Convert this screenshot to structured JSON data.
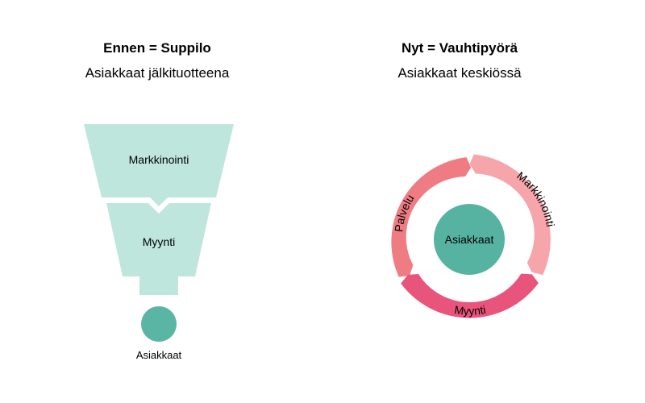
{
  "before": {
    "title": "Ennen = Suppilo",
    "subtitle": "Asiakkaat jälkituotteena",
    "funnel": {
      "top_label": "Markkinointi",
      "middle_label": "Myynti",
      "customer_label": "Asiakkaat"
    }
  },
  "now": {
    "title": "Nyt = Vauhtipyörä",
    "subtitle": "Asiakkaat keskiössä",
    "flywheel": {
      "center_label": "Asiakkaat",
      "segments": [
        {
          "label": "Palvelu",
          "color": "#ef7b83"
        },
        {
          "label": "Markkinointi",
          "color": "#f6a5aa"
        },
        {
          "label": "Myynti",
          "color": "#e8547b"
        }
      ]
    }
  },
  "colors": {
    "funnel": "#bfe6dd",
    "customer": "#5ab5a4",
    "center": "#56b3a1"
  }
}
